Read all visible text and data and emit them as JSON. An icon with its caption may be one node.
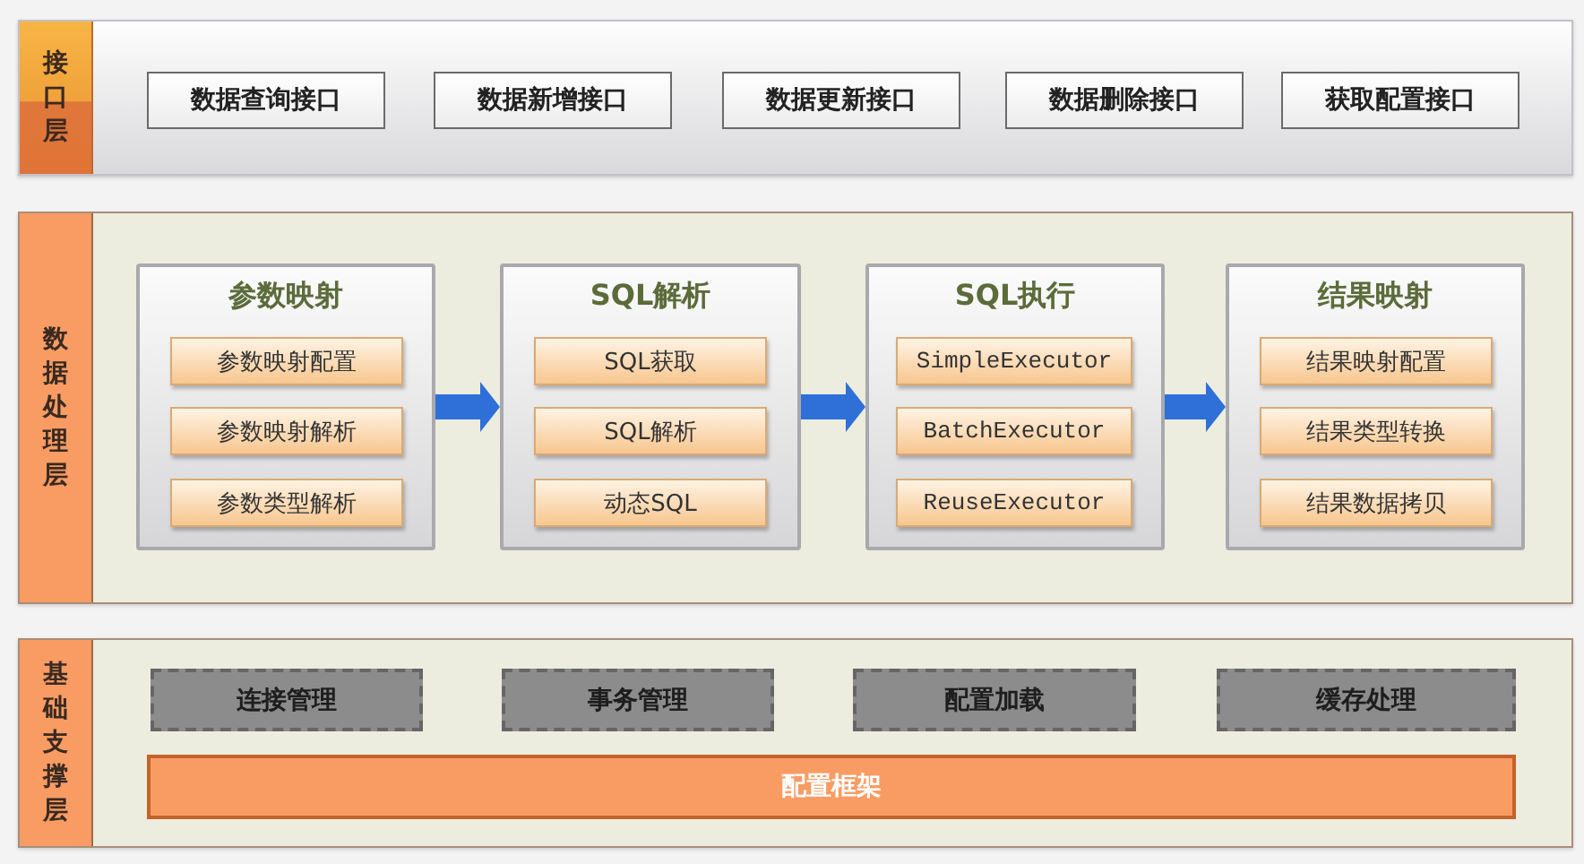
{
  "diagram": {
    "nodes": [
      {
        "text": [
          "接口层"
        ]
      },
      {
        "text": [
          "数据查询接口"
        ],
        "in": 0
      },
      {
        "text": [
          "数据新增接口"
        ],
        "in": 0
      },
      {
        "text": [
          "数据更新接口"
        ],
        "in": 0
      },
      {
        "text": [
          "数据删除接口"
        ],
        "in": 0
      },
      {
        "text": [
          "获取配置接口"
        ],
        "in": 0
      },
      {
        "text": [
          "数据处理层"
        ]
      },
      {
        "text": [
          "参数映射"
        ],
        "in": 6
      },
      {
        "text": [
          "参数映射配置"
        ],
        "in": 7
      },
      {
        "text": [
          "参数映射解析"
        ],
        "in": 7
      },
      {
        "text": [
          "参数类型解析"
        ],
        "in": 7
      },
      {
        "text": [
          "SQL解析"
        ],
        "in": 6
      },
      {
        "text": [
          "SQL获取"
        ],
        "in": 11
      },
      {
        "text": [
          "SQL解析"
        ],
        "in": 11
      },
      {
        "text": [
          "动态SQL"
        ],
        "in": 11
      },
      {
        "text": [
          "SQL执行"
        ],
        "in": 6
      },
      {
        "text": [
          "SimpleExecutor"
        ],
        "in": 15
      },
      {
        "text": [
          "BatchExecutor"
        ],
        "in": 15
      },
      {
        "text": [
          "ReuseExecutor"
        ],
        "in": 15
      },
      {
        "text": [
          "结果映射"
        ],
        "in": 6
      },
      {
        "text": [
          "结果映射配置"
        ],
        "in": 19
      },
      {
        "text": [
          "结果类型转换"
        ],
        "in": 19
      },
      {
        "text": [
          "结果数据拷贝"
        ],
        "in": 19
      },
      {
        "text": [
          "基础支撑层"
        ]
      },
      {
        "text": [
          "连接管理"
        ],
        "in": 23
      },
      {
        "text": [
          "事务管理"
        ],
        "in": 23
      },
      {
        "text": [
          "配置加载"
        ],
        "in": 23
      },
      {
        "text": [
          "缓存处理"
        ],
        "in": 23
      },
      {
        "text": [
          "配置框架"
        ],
        "in": 23
      }
    ],
    "edges": [
      {
        "from": 7,
        "to": 11,
        "arrow": "to"
      },
      {
        "from": 11,
        "to": 15,
        "arrow": "to"
      },
      {
        "from": 15,
        "to": 19,
        "arrow": "to"
      }
    ]
  }
}
